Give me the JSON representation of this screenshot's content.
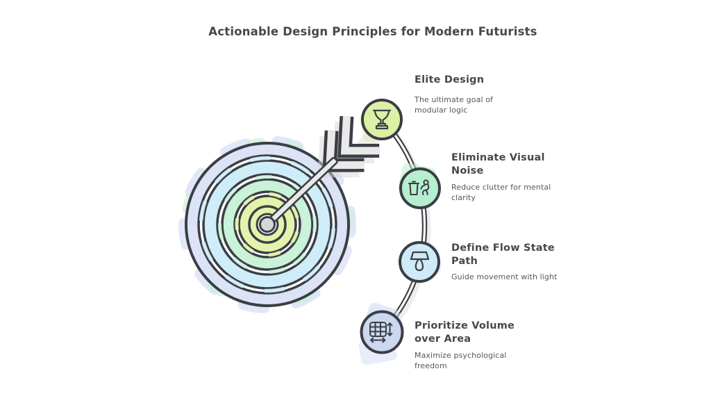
{
  "title": "Actionable Design Principles for Modern Futurists",
  "steps": [
    {
      "heading_lines": [
        "Elite Design"
      ],
      "desc_lines": [
        "The ultimate goal of",
        "modular logic"
      ],
      "icon": "trophy-icon",
      "circle_color": "#ddf1a6"
    },
    {
      "heading_lines": [
        "Eliminate Visual",
        "Noise"
      ],
      "desc_lines": [
        "Reduce clutter for mental",
        "clarity"
      ],
      "icon": "trash-icon",
      "circle_color": "#b6efd0"
    },
    {
      "heading_lines": [
        "Define Flow State",
        "Path"
      ],
      "desc_lines": [
        "Guide movement with light"
      ],
      "icon": "lamp-icon",
      "circle_color": "#cfeaf8"
    },
    {
      "heading_lines": [
        "Prioritize Volume",
        "over Area"
      ],
      "desc_lines": [
        "Maximize psychological",
        "freedom"
      ],
      "icon": "grid-resize-icon",
      "circle_color": "#ccd8f1"
    }
  ],
  "illustration": {
    "name": "bullseye-target-with-arrow",
    "ring_colors": [
      "#dce3f7",
      "#ffffff",
      "#cfecf9",
      "#ffffff",
      "#c9f2d8",
      "#ffffff",
      "#e4f3ab"
    ],
    "center_dot_color": "#d7d7d7",
    "arrow_fill": "#e9e9e9"
  },
  "colors": {
    "title": "#45484d",
    "heading": "#45484d",
    "description": "#55585d",
    "outline": "#3b3e44",
    "connector": "#3b3e44",
    "shadow": "#d9d9d9",
    "background": "#ffffff"
  }
}
